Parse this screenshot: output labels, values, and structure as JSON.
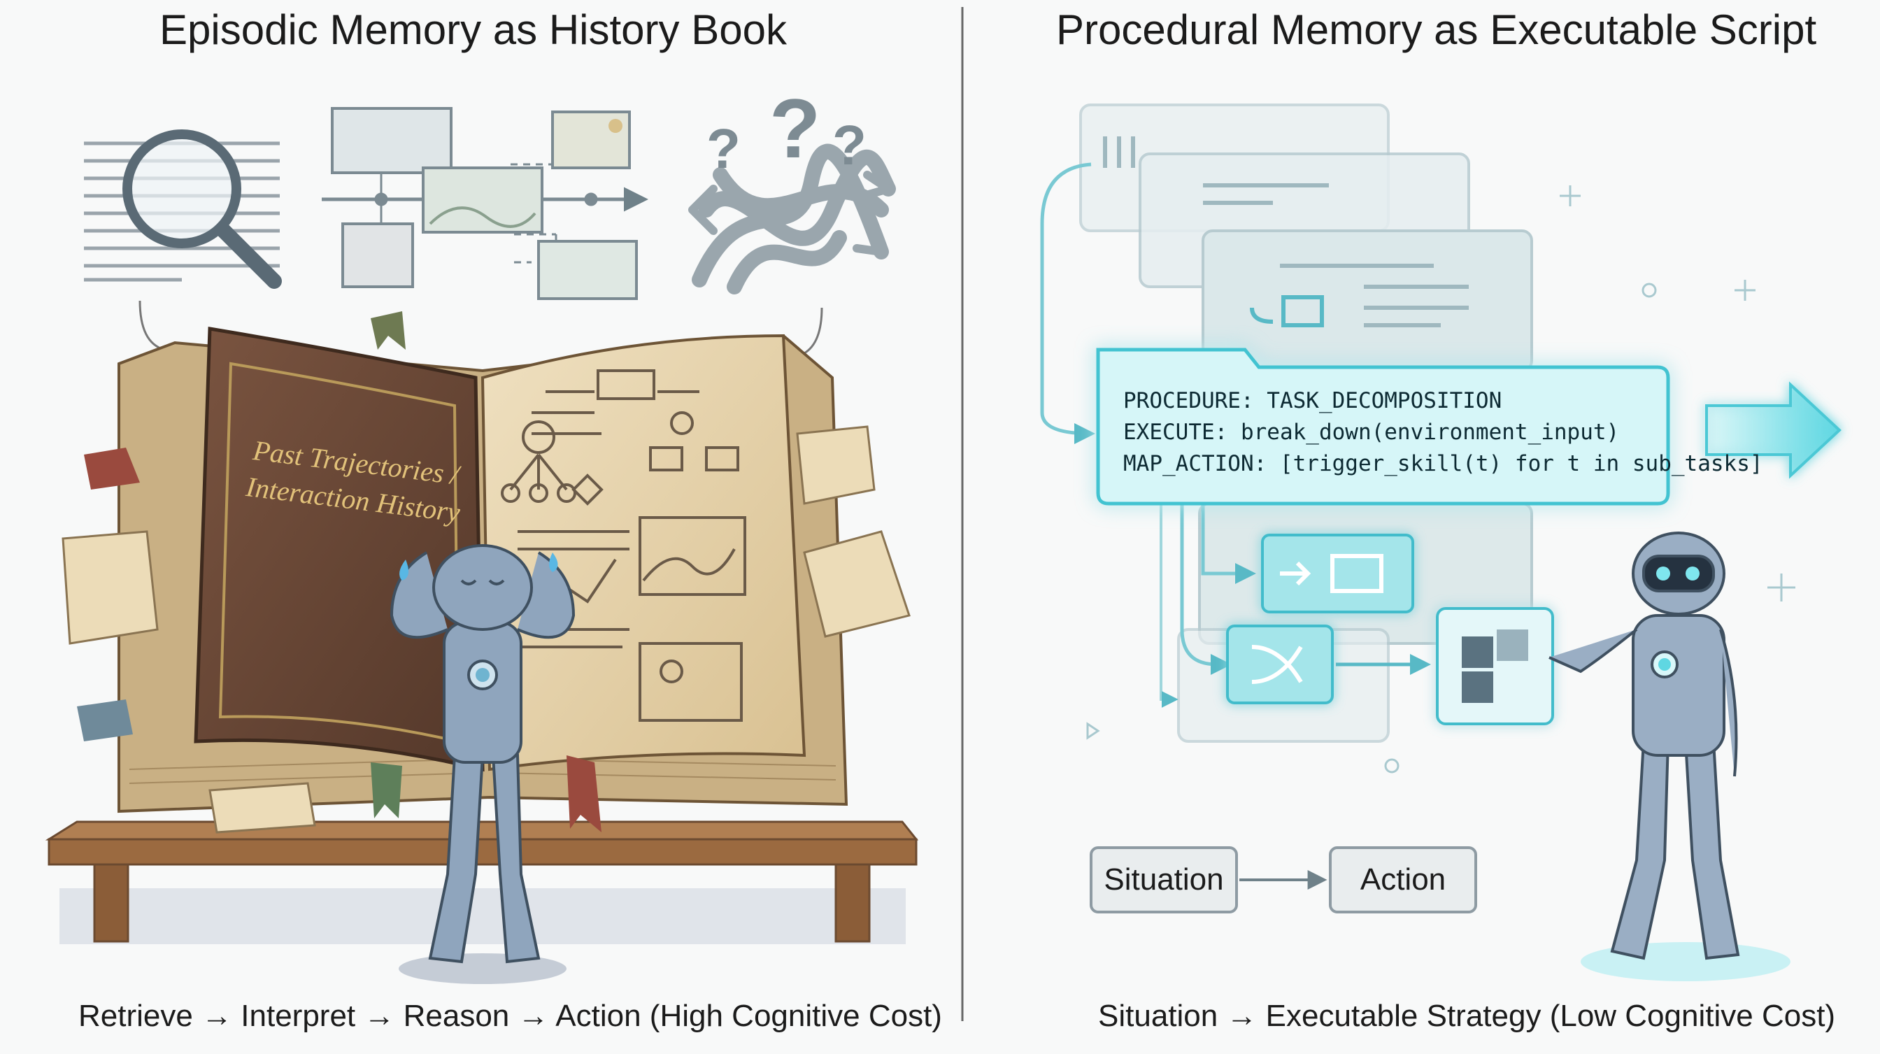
{
  "left_panel": {
    "title": "Episodic Memory as History Book",
    "book_text_line1": "Past Trajectories /",
    "book_text_line2": "Interaction History",
    "caption": "Retrieve → Interpret → Reason → Action (High Cognitive Cost)"
  },
  "right_panel": {
    "title": "Procedural Memory as Executable Script",
    "code_lines": [
      "PROCEDURE: TASK_DECOMPOSITION",
      "EXECUTE: break_down(environment_input)",
      "MAP_ACTION: [trigger_skill(t) for t in sub_tasks]"
    ],
    "flow_from": "Situation",
    "flow_to": "Action",
    "caption": "Situation → Executable Strategy (Low Cognitive Cost)"
  },
  "colors": {
    "book_cover": "#6b4a36",
    "page_paper": "#e8d6b3",
    "glow_cyan": "#7fe6ee",
    "robot_blue": "#8fa5bd"
  }
}
